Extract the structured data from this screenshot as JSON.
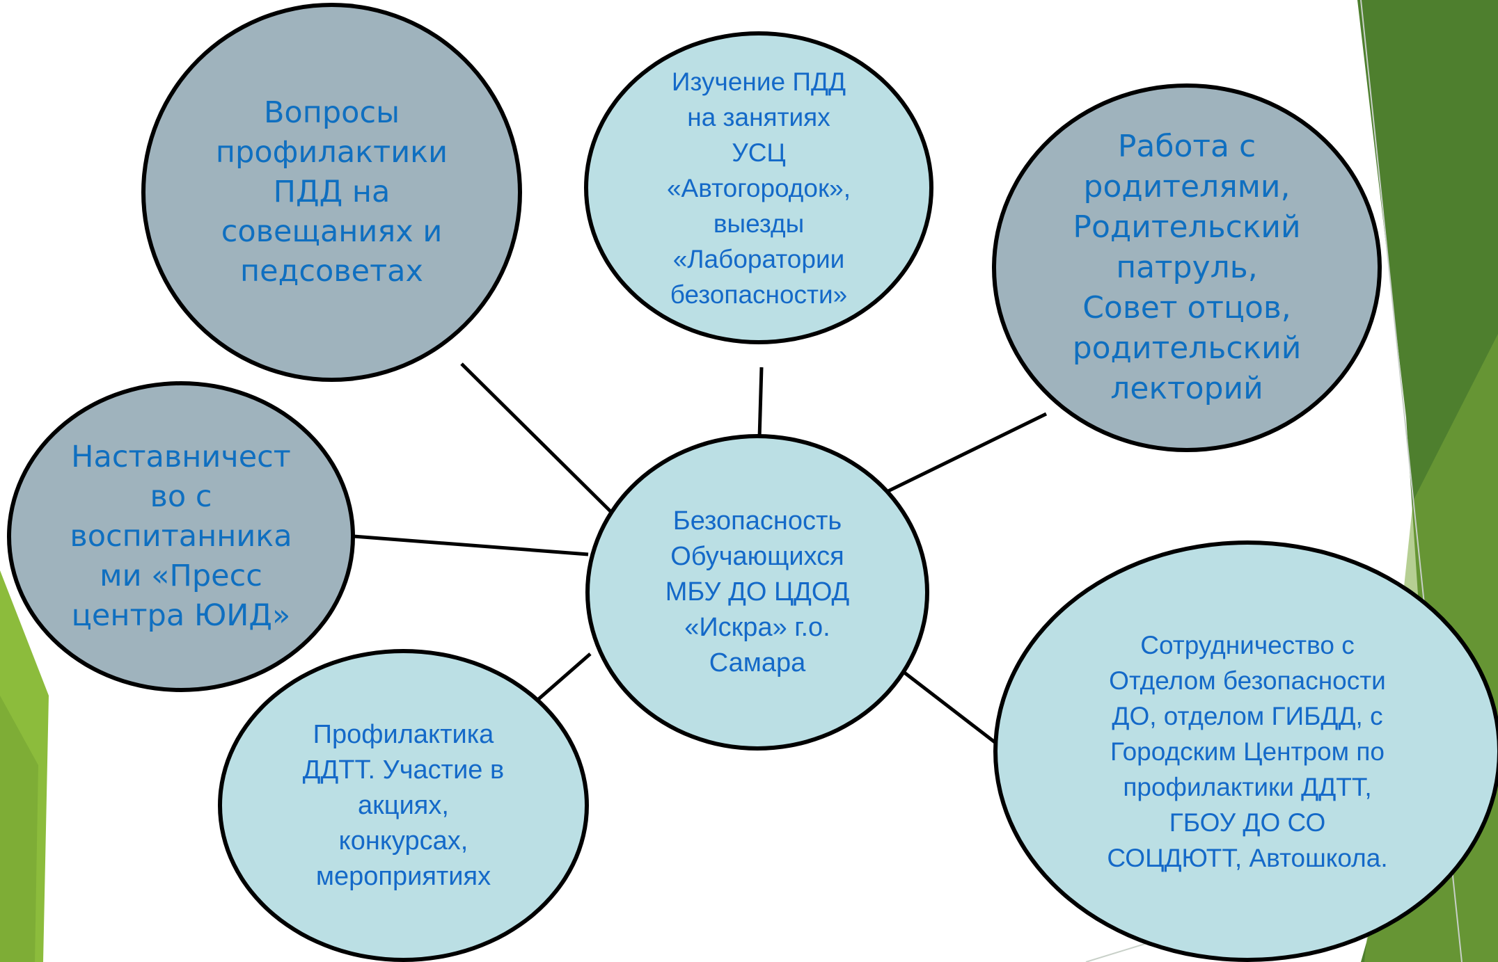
{
  "center": {
    "text": "Безопасность\nОбучающихся\nМБУ ДО ЦДОД\n«Искра» г.о.\nСамара"
  },
  "nodes": {
    "meetings": "Вопросы\nпрофилактики\nПДД на\nсовещаниях и\nпедсоветах",
    "study": "Изучение ПДД\nна занятиях\nУСЦ\n«Автогородок»,\nвыезды\n«Лаборатории\nбезопасности»",
    "parents": "Работа с\nродителями,\nРодительский\nпатруль,\nСовет отцов,\nродительский\nлекторий",
    "mentoring": "Наставничест\nво с\nвоспитанника\nми «Пресс\nцентра ЮИД»",
    "prevention": "Профилактика\nДДТТ. Участие в\nакциях,\nконкурсах,\nмероприятиях",
    "coop": "Сотрудничество с\nОтделом безопасности\nДО, отделом ГИБДД, с\nГородским Центром по\nпрофилактики ДДТТ,\nГБОУ ДО СО\nСОЦДЮТТ, Автошкола."
  },
  "colors": {
    "gray_fill": "#9fb3bd",
    "light_fill": "#bbdfe4",
    "text_blue": "#1469c8",
    "stroke": "#000000",
    "green_dark": "#4e7f2e",
    "green_light": "#8cbc3c"
  }
}
